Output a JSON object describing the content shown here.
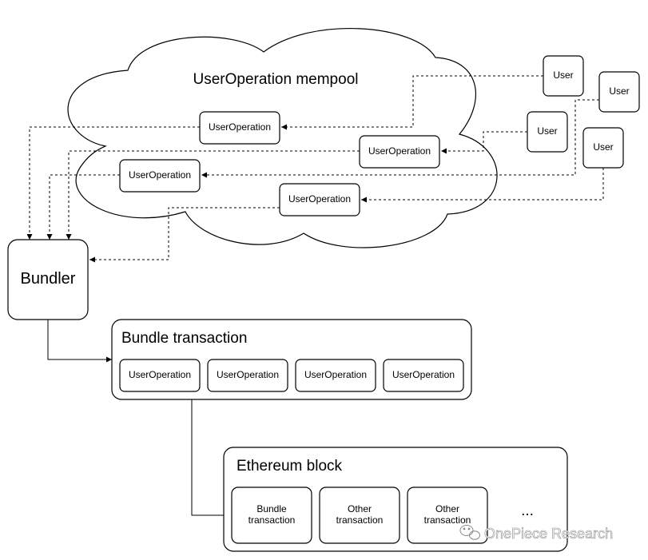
{
  "mempool": {
    "title": "UserOperation mempool"
  },
  "users": [
    "User",
    "User",
    "User",
    "User"
  ],
  "mempool_ops": [
    "UserOperation",
    "UserOperation",
    "UserOperation",
    "UserOperation"
  ],
  "bundler": {
    "label": "Bundler"
  },
  "bundle_tx": {
    "title": "Bundle transaction",
    "ops": [
      "UserOperation",
      "UserOperation",
      "UserOperation",
      "UserOperation"
    ]
  },
  "block": {
    "title": "Ethereum block",
    "items": [
      {
        "line1": "Bundle",
        "line2": "transaction"
      },
      {
        "line1": "Other",
        "line2": "transaction"
      },
      {
        "line1": "Other",
        "line2": "transaction"
      }
    ],
    "ellipsis": "..."
  },
  "watermark": {
    "text": "OnePiece Research",
    "icon": "wechat-icon"
  },
  "colors": {
    "line": "#000000",
    "background": "#ffffff",
    "watermark_outline": "#8a8a8a"
  }
}
